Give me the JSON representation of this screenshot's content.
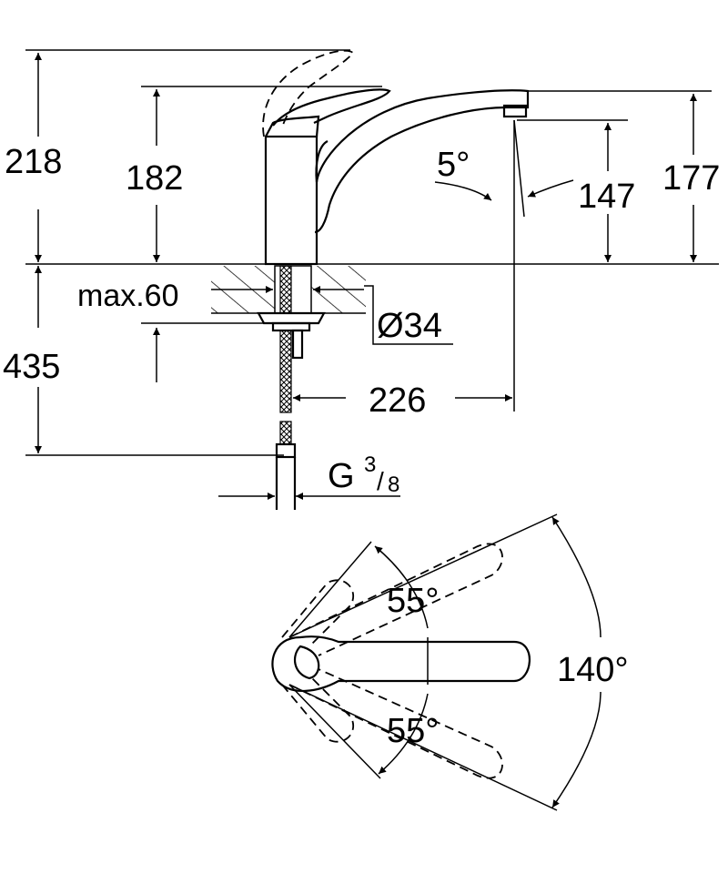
{
  "drawing": {
    "dimensions": {
      "total_height_lever_up": "218",
      "body_height": "182",
      "spout_height": "177",
      "outlet_height": "147",
      "spout_angle": "5°",
      "max_counter_thickness": "max.60",
      "hole_diameter": "Ø34",
      "below_counter_length": "435",
      "spout_reach": "226",
      "connection_thread_main": "G",
      "connection_thread_num": "3",
      "connection_thread_den": "8"
    },
    "top_view": {
      "angle_upper": "55°",
      "angle_lower": "55°",
      "angle_total": "140°"
    }
  }
}
